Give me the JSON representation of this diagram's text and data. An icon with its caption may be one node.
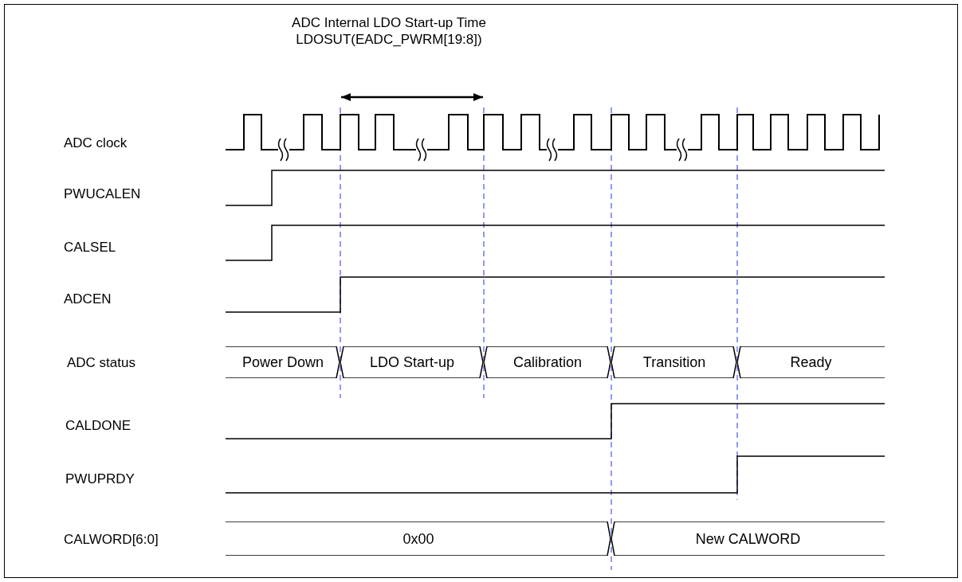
{
  "diagram": {
    "nodes": [
      {
        "text": [
          "Power Down"
        ]
      },
      {
        "text": [
          "LDO Start-up"
        ]
      },
      {
        "text": [
          "Calibration"
        ]
      },
      {
        "text": [
          "Transition"
        ]
      },
      {
        "text": [
          "Ready"
        ]
      },
      {
        "text": [
          "0x00"
        ]
      },
      {
        "text": [
          "New CALWORD"
        ]
      }
    ],
    "edges": [],
    "labels": [
      "ADC Internal LDO Start-up Time",
      "LDOSUT(EADC_PWRM[19:8])",
      "ADC clock",
      "PWUCALEN",
      "CALSEL",
      "ADCEN",
      "ADC status",
      "CALDONE",
      "PWUPRDY",
      "CALWORD[6:0]"
    ]
  }
}
